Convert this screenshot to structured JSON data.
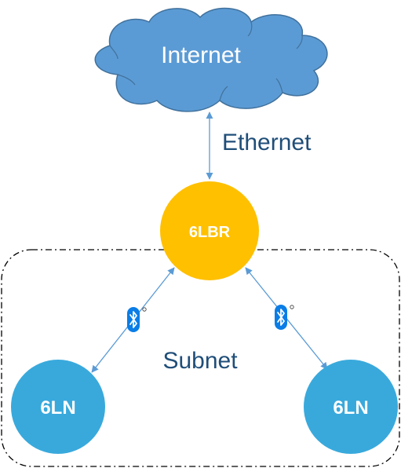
{
  "nodes": {
    "internet": {
      "label": "Internet",
      "color": "#5b9bd5",
      "text_color": "#ffffff"
    },
    "border_router": {
      "label": "6LBR",
      "color": "#ffc000",
      "text_color": "#ffffff"
    },
    "node_left": {
      "label": "6LN",
      "color": "#39a9dc",
      "text_color": "#ffffff"
    },
    "node_right": {
      "label": "6LN",
      "color": "#39a9dc",
      "text_color": "#ffffff"
    }
  },
  "links": {
    "uplink": {
      "label": "Ethernet",
      "color": "#5b9bd5"
    },
    "left": {
      "icon": "bluetooth-icon",
      "color": "#5b9bd5"
    },
    "right": {
      "icon": "bluetooth-icon",
      "color": "#5b9bd5"
    }
  },
  "subnet": {
    "label": "Subnet",
    "border_color": "#000000"
  },
  "colors": {
    "label_text": "#1f4e79",
    "bluetooth": "#0a7de6"
  }
}
